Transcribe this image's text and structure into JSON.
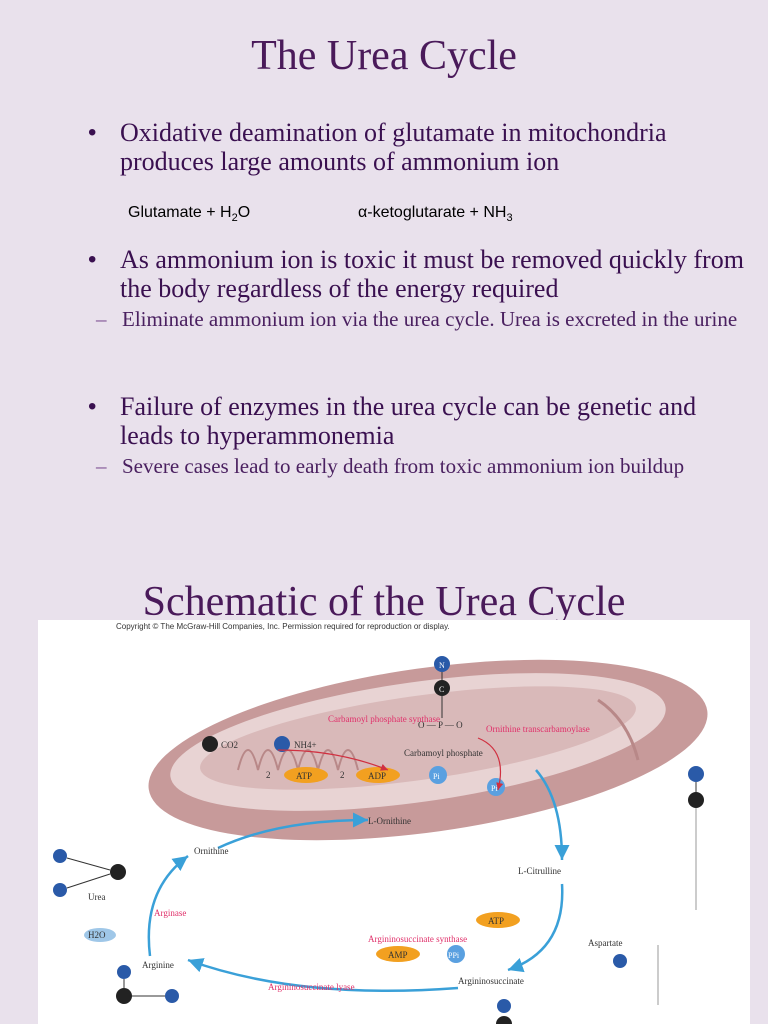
{
  "title": "The Urea Cycle",
  "bullets": [
    {
      "text": "Oxidative deamination of glutamate in mitochondria produces large amounts of ammonium ion"
    },
    {
      "text": "As ammonium ion is toxic it must be removed quickly from the body regardless of the energy required",
      "sub": "Eliminate ammonium ion via the urea cycle. Urea is excreted in the urine"
    },
    {
      "text": "Failure of enzymes in the urea cycle can be genetic and leads to hyperammonemia",
      "sub": "Severe cases lead to early death from toxic ammonium ion buildup"
    }
  ],
  "equation": {
    "left": "Glutamate  +  H",
    "left_sub": "2",
    "left_end": "O",
    "right": "α-ketoglutarate  +  NH",
    "right_sub": "3"
  },
  "title2": "Schematic of the Urea Cycle",
  "diagram": {
    "copyright": "Copyright © The McGraw-Hill Companies, Inc. Permission required for reproduction or display.",
    "enzymes": {
      "cps": "Carbamoyl phosphate synthase",
      "otc": "Ornithine transcarbamoylase",
      "arginase": "Arginase",
      "ass": "Argininosuccinate synthase",
      "asl": "Argininosuccinate lyase"
    },
    "labels": {
      "carbamoyl_phosphate": "Carbamoyl phosphate",
      "l_ornithine": "L-Ornithine",
      "l_citrulline": "L-Citrulline",
      "ornithine": "Ornithine",
      "urea": "Urea",
      "arginine": "Arginine",
      "argininosuccinate": "Argininosuccinate",
      "aspartate": "Aspartate",
      "atp": "ATP",
      "adp": "ADP",
      "amp": "AMP",
      "ppi": "PPi",
      "pi": "Pi",
      "h2o": "H2O",
      "nh4": "NH4+",
      "co2": "CO2",
      "two": "2"
    }
  },
  "colors": {
    "background": "#e9e1ec",
    "title": "#4a1a5a",
    "mitochondrion": "#c89a9a",
    "cycle_arrow": "#3aa0d8",
    "enzyme_text": "#e0306a"
  }
}
